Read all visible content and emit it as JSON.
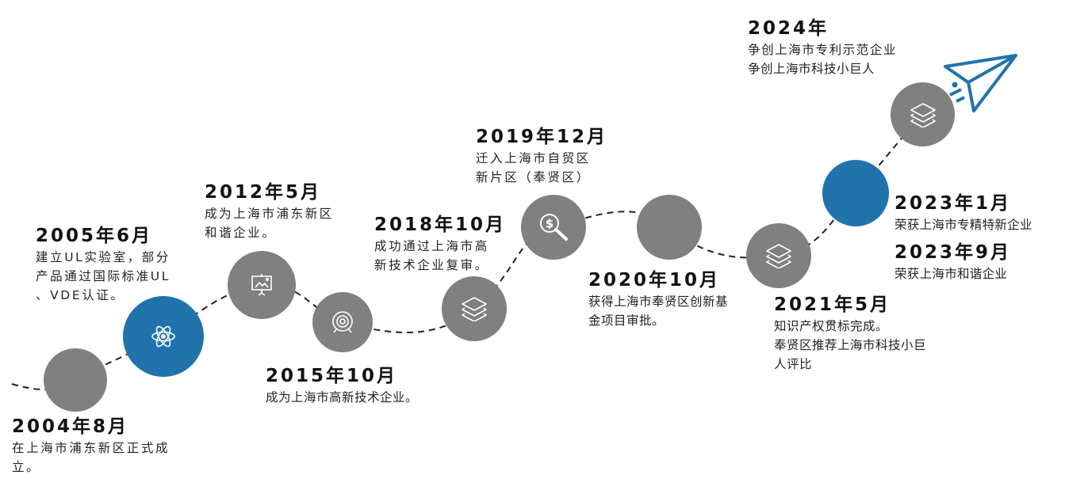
{
  "colors": {
    "node_gray": "#808080",
    "node_blue": "#2173AB",
    "line": "#222222"
  },
  "events": [
    {
      "date": "2004年8月",
      "lines": [
        "在上海市浦东新区正式成",
        "立。"
      ],
      "icon": "none"
    },
    {
      "date": "2005年6月",
      "lines": [
        "建立UL实验室，部分",
        "产品通过国际标准UL",
        "、VDE认证。"
      ],
      "icon": "atom-icon"
    },
    {
      "date": "2012年5月",
      "lines": [
        "成为上海市浦东新区",
        "和谐企业。"
      ],
      "icon": "presentation-icon"
    },
    {
      "date": "2015年10月",
      "lines": [
        "成为上海市高新技术企业。"
      ],
      "icon": "target-icon"
    },
    {
      "date": "2018年10月",
      "lines": [
        "成功通过上海市高",
        "新技术企业复审。"
      ],
      "icon": "layers-icon"
    },
    {
      "date": "2019年12月",
      "lines": [
        "迁入上海市自贸区",
        "新片区（奉贤区）"
      ],
      "icon": "dollar-search-icon"
    },
    {
      "date": "2020年10月",
      "lines": [
        "获得上海市奉贤区创新基",
        "金项目审批。"
      ],
      "icon": "none"
    },
    {
      "date": "2021年5月",
      "lines": [
        "知识产权贯标完成。",
        "奉贤区推荐上海市科技小巨",
        "人评比"
      ],
      "icon": "layers-icon"
    },
    {
      "date": "2023年1月",
      "lines": [
        "荣获上海市专精特新企业"
      ],
      "icon": "none"
    },
    {
      "date": "2023年9月",
      "lines": [
        "荣获上海市和谐企业"
      ],
      "icon": "none"
    },
    {
      "date": "2024年",
      "lines": [
        "争创上海市专利示范企业",
        "争创上海市科技小巨人"
      ],
      "icon": "layers-icon"
    }
  ]
}
